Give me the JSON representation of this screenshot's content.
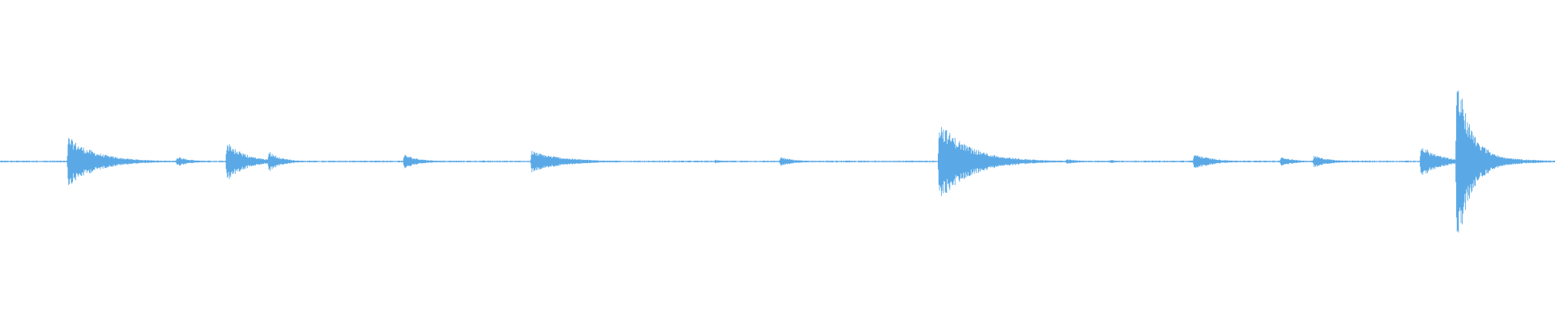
{
  "waveform": {
    "color": "#5aa9e6",
    "background": "#ffffff",
    "baseline_amplitude": 0.01,
    "events": [
      {
        "position": 0.044,
        "peak": 0.28,
        "decay": 0.018
      },
      {
        "position": 0.095,
        "peak": 0.02,
        "decay": 0.01
      },
      {
        "position": 0.114,
        "peak": 0.06,
        "decay": 0.008
      },
      {
        "position": 0.146,
        "peak": 0.22,
        "decay": 0.012
      },
      {
        "position": 0.173,
        "peak": 0.12,
        "decay": 0.008
      },
      {
        "position": 0.26,
        "peak": 0.08,
        "decay": 0.01
      },
      {
        "position": 0.342,
        "peak": 0.12,
        "decay": 0.02
      },
      {
        "position": 0.46,
        "peak": 0.02,
        "decay": 0.006
      },
      {
        "position": 0.502,
        "peak": 0.05,
        "decay": 0.01
      },
      {
        "position": 0.604,
        "peak": 0.45,
        "decay": 0.02
      },
      {
        "position": 0.625,
        "peak": 0.1,
        "decay": 0.012
      },
      {
        "position": 0.686,
        "peak": 0.03,
        "decay": 0.008
      },
      {
        "position": 0.714,
        "peak": 0.02,
        "decay": 0.006
      },
      {
        "position": 0.768,
        "peak": 0.09,
        "decay": 0.012
      },
      {
        "position": 0.824,
        "peak": 0.06,
        "decay": 0.008
      },
      {
        "position": 0.845,
        "peak": 0.07,
        "decay": 0.01
      },
      {
        "position": 0.914,
        "peak": 0.18,
        "decay": 0.012
      },
      {
        "position": 0.937,
        "peak": 1.0,
        "decay": 0.01
      },
      {
        "position": 0.952,
        "peak": 0.1,
        "decay": 0.02
      }
    ]
  }
}
